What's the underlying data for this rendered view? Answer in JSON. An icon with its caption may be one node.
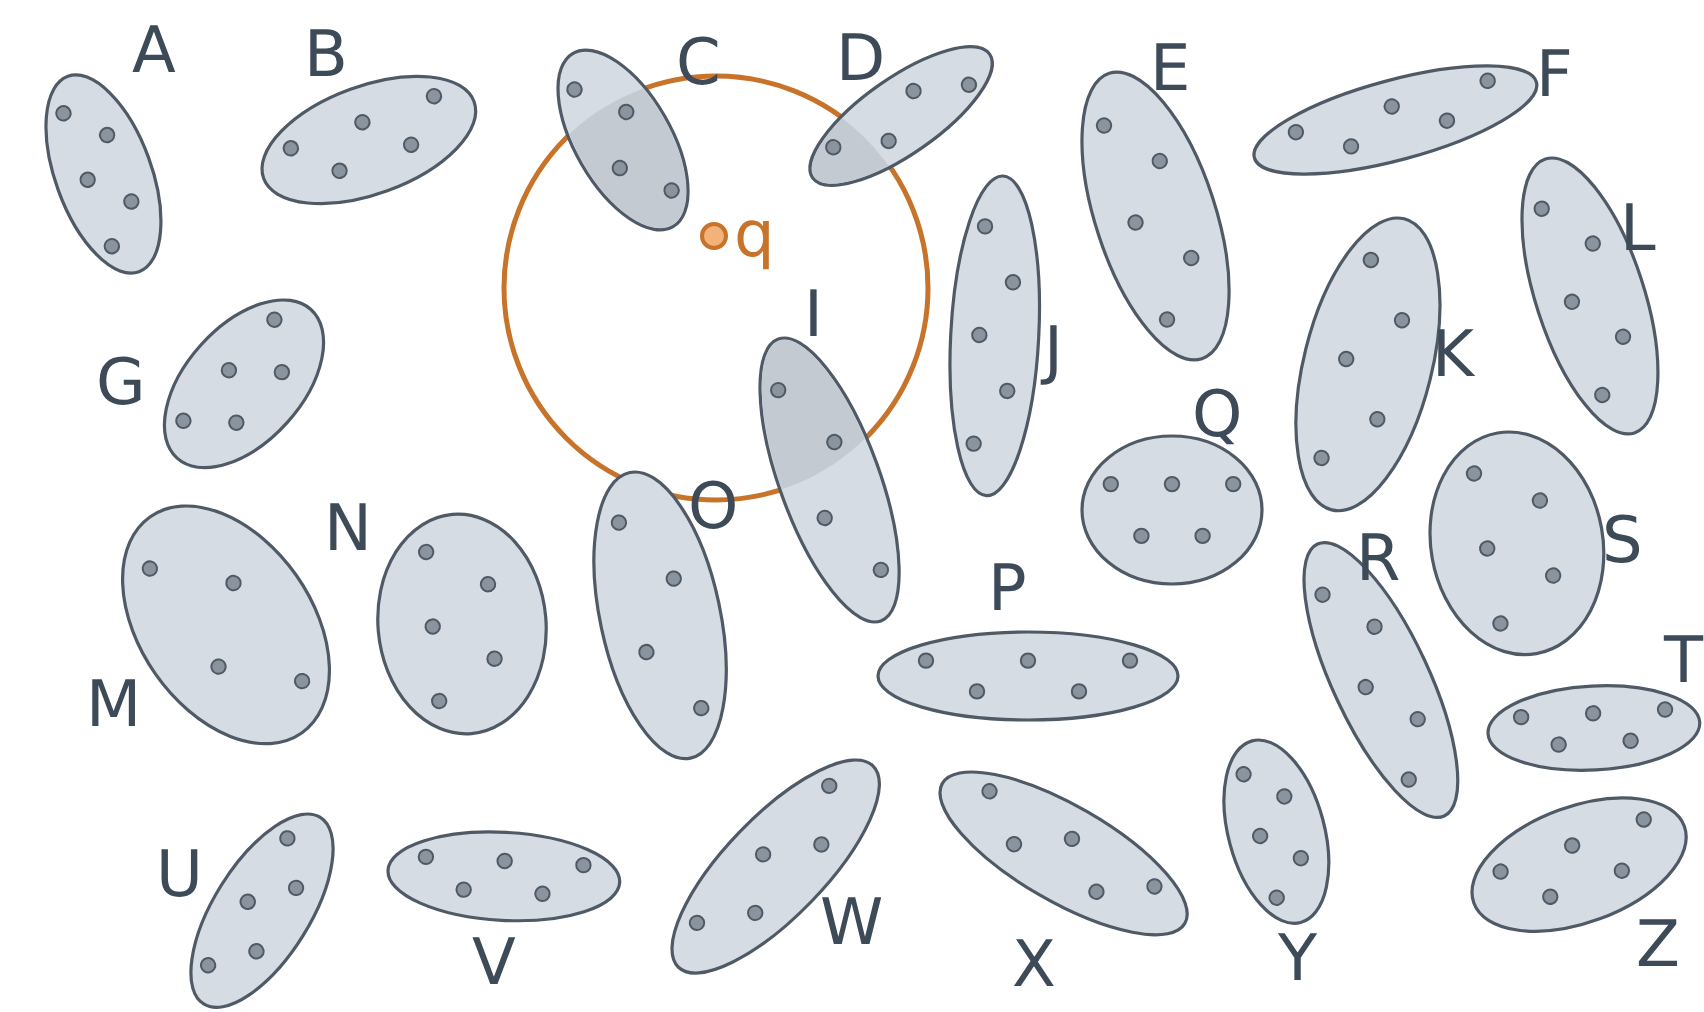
{
  "diagram": {
    "nodes": [
      {
        "text": [
          "q"
        ]
      },
      {
        "text": [
          "A"
        ]
      },
      {
        "text": [
          "B"
        ]
      },
      {
        "text": [
          "C"
        ]
      },
      {
        "text": [
          "D"
        ]
      },
      {
        "text": [
          "E"
        ]
      },
      {
        "text": [
          "F"
        ]
      },
      {
        "text": [
          "G"
        ]
      },
      {
        "text": [
          "I"
        ]
      },
      {
        "text": [
          "J"
        ]
      },
      {
        "text": [
          "K"
        ]
      },
      {
        "text": [
          "L"
        ]
      },
      {
        "text": [
          "M"
        ]
      },
      {
        "text": [
          "N"
        ]
      },
      {
        "text": [
          "O"
        ]
      },
      {
        "text": [
          "P"
        ]
      },
      {
        "text": [
          "Q"
        ]
      },
      {
        "text": [
          "R"
        ]
      },
      {
        "text": [
          "S"
        ]
      },
      {
        "text": [
          "T"
        ]
      },
      {
        "text": [
          "U"
        ]
      },
      {
        "text": [
          "V"
        ]
      },
      {
        "text": [
          "W"
        ]
      },
      {
        "text": [
          "X"
        ]
      },
      {
        "text": [
          "Y"
        ]
      },
      {
        "text": [
          "Z"
        ]
      }
    ]
  }
}
